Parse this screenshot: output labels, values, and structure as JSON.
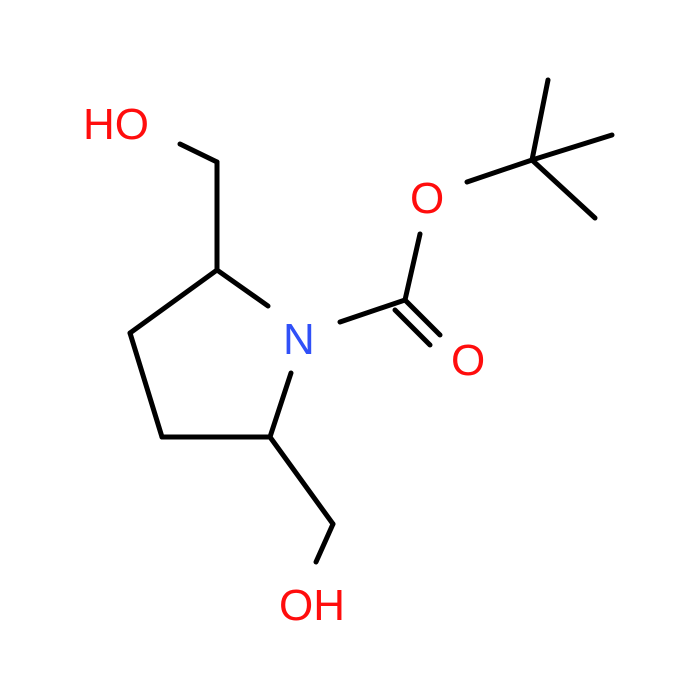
{
  "molecule": {
    "atoms": [
      {
        "id": "O1",
        "label": "HO"
      },
      {
        "id": "O2",
        "label": "O"
      },
      {
        "id": "N1",
        "label": "N"
      },
      {
        "id": "O3",
        "label": "O"
      },
      {
        "id": "O4",
        "label": "OH"
      }
    ],
    "colors": {
      "oxygen": "#ff0d0d",
      "nitrogen": "#3050f8",
      "bond": "#000000"
    }
  }
}
